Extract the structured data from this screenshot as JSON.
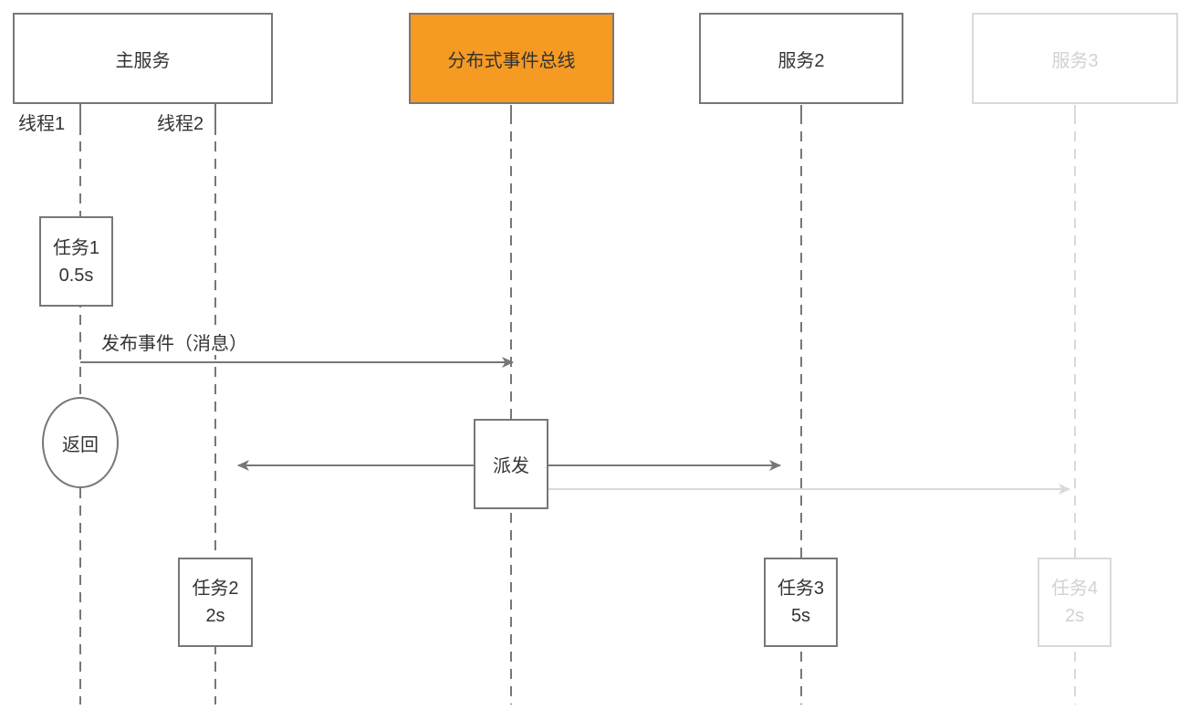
{
  "diagram": {
    "type": "sequence-diagram",
    "actors": [
      {
        "id": "main-service",
        "label": "主服务",
        "style": "normal"
      },
      {
        "id": "event-bus",
        "label": "分布式事件总线",
        "style": "highlight"
      },
      {
        "id": "service-2",
        "label": "服务2",
        "style": "normal"
      },
      {
        "id": "service-3",
        "label": "服务3",
        "style": "dimmed"
      }
    ],
    "threads": [
      {
        "id": "thread-1",
        "label": "线程1"
      },
      {
        "id": "thread-2",
        "label": "线程2"
      }
    ],
    "tasks": [
      {
        "id": "task-1",
        "label": "任务1",
        "duration": "0.5s",
        "style": "normal",
        "lifeline": "thread-1"
      },
      {
        "id": "task-2",
        "label": "任务2",
        "duration": "2s",
        "style": "normal",
        "lifeline": "thread-2"
      },
      {
        "id": "task-3",
        "label": "任务3",
        "duration": "5s",
        "style": "normal",
        "lifeline": "service-2"
      },
      {
        "id": "task-4",
        "label": "任务4",
        "duration": "2s",
        "style": "dimmed",
        "lifeline": "service-3"
      }
    ],
    "messages": {
      "publish": {
        "label": "发布事件（消息）",
        "from": "thread-1",
        "to": "event-bus"
      },
      "dispatch": {
        "label": "派发",
        "from": "event-bus",
        "to": [
          "thread-2",
          "service-2",
          "service-3"
        ]
      },
      "return": {
        "label": "返回",
        "on": "thread-1"
      }
    },
    "colors": {
      "accent": "#F59A23",
      "line_dark": "#777777",
      "line_light": "#D9D9D9",
      "text_dark": "#333333",
      "text_light": "#D2D2D2"
    }
  }
}
